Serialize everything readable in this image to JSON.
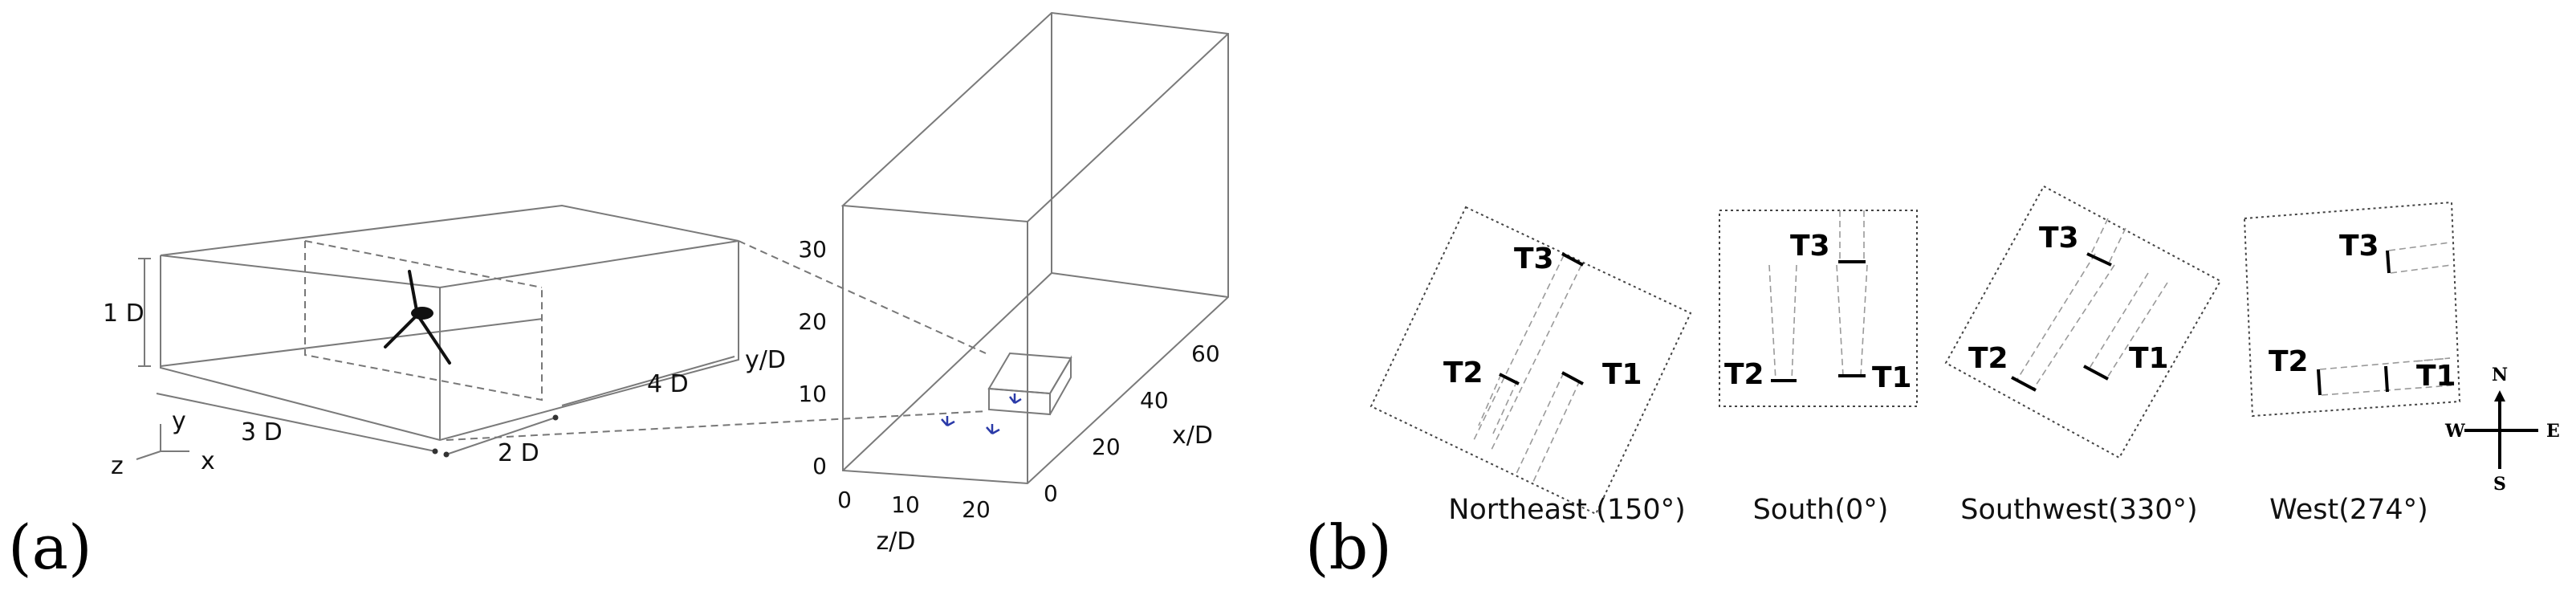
{
  "panel_a": {
    "label": "(a)",
    "box_height_label": "1 D",
    "box_length_label": "3 D",
    "box_depth_label": "4 D",
    "box_offset_label": "2 D",
    "edge_axis_label": "y/D",
    "axes_labels": {
      "x": "x",
      "y": "y",
      "z": "z"
    },
    "domain_plot": {
      "vertical_ticks": [
        "0",
        "10",
        "20",
        "30"
      ],
      "z_ticks": [
        "0",
        "10",
        "20"
      ],
      "z_label": "z/D",
      "x_ticks": [
        "0",
        "20",
        "40",
        "60"
      ],
      "x_label": "x/D"
    }
  },
  "panel_b": {
    "label": "(b)",
    "layouts": [
      {
        "caption": "Northeast (150°)",
        "turbines": [
          "T3",
          "T2",
          "T1"
        ]
      },
      {
        "caption": "South(0°)",
        "turbines": [
          "T3",
          "T2",
          "T1"
        ]
      },
      {
        "caption": "Southwest(330°)",
        "turbines": [
          "T3",
          "T2",
          "T1"
        ]
      },
      {
        "caption": "West(274°)",
        "turbines": [
          "T3",
          "T2",
          "T1"
        ]
      }
    ],
    "compass": {
      "north": "N",
      "south": "S",
      "east": "E",
      "west": "W"
    }
  }
}
